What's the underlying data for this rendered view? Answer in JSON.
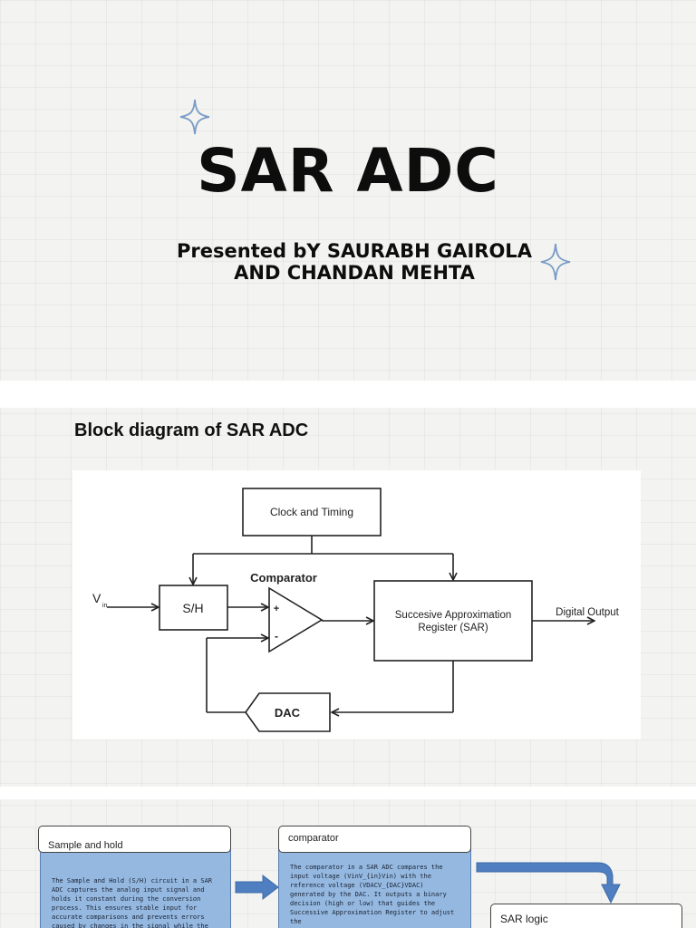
{
  "slide1": {
    "title": "SAR ADC",
    "subtitle": "Presented bY SAURABH GAIROLA AND CHANDAN MEHTA"
  },
  "slide2": {
    "heading": "Block diagram of SAR ADC",
    "diagram": {
      "clock": "Clock and Timing",
      "comparator": "Comparator",
      "vin": "V",
      "vin_sub": "in",
      "sh": "S/H",
      "plus": "+",
      "minus": "-",
      "sar_line1": "Succesive Approximation",
      "sar_line2": "Register (SAR)",
      "output": "Digital Output",
      "dac": "DAC"
    }
  },
  "slide3": {
    "card1": {
      "title": "Sample and hold",
      "body": "The Sample and Hold (S/H) circuit in a SAR ADC captures the analog input signal and holds it constant during the conversion process. This ensures stable input for accurate comparisons and prevents errors caused by changes in the signal while the"
    },
    "card2": {
      "title": "comparator",
      "body": "The comparator in a SAR ADC compares the input voltage (VinV_{in}Vin) with the reference voltage (VDACV_{DAC}VDAC) generated by the DAC. It outputs a binary decision (high or low) that guides the Successive Approximation Register to adjust the"
    },
    "card3": {
      "title": "SAR logic"
    },
    "colors": {
      "card_fill": "#94b8e0",
      "arrow_fill": "#4f7fc0"
    }
  }
}
